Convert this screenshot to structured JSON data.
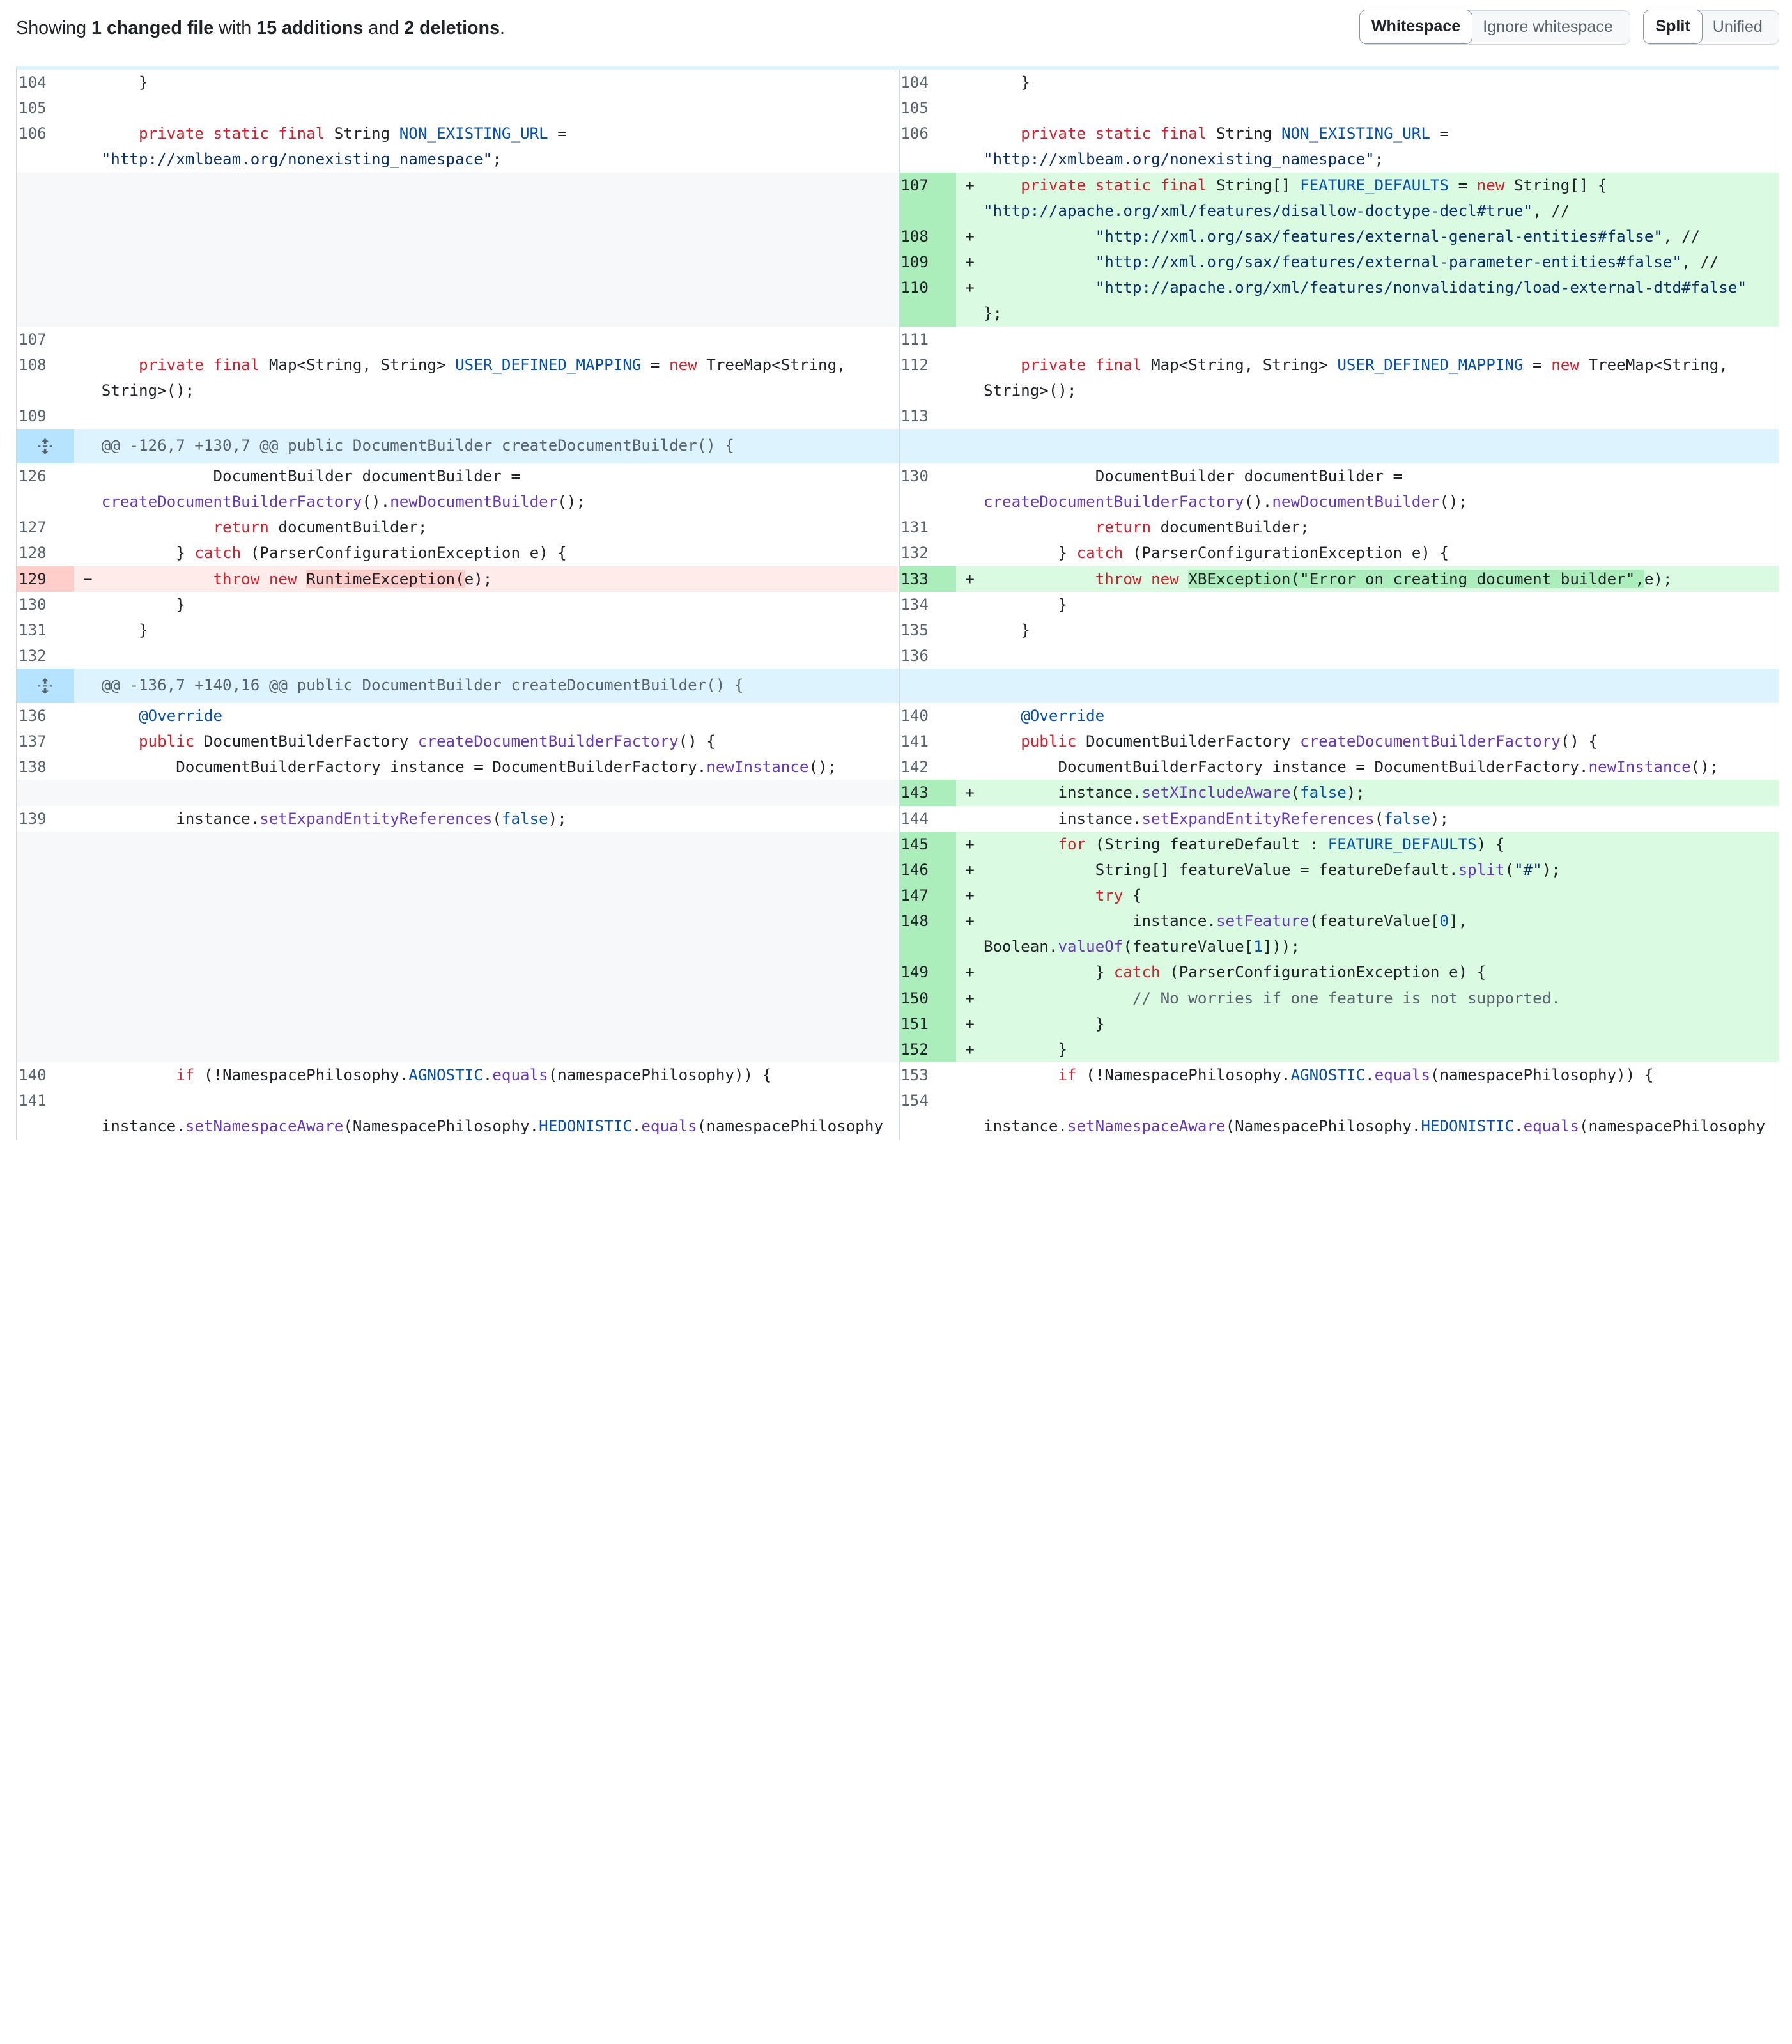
{
  "summary": {
    "prefix": "Showing ",
    "files": "1 changed file",
    "mid1": " with ",
    "additions": "15 additions",
    "mid2": " and ",
    "deletions": "2 deletions",
    "suffix": "."
  },
  "toggles": {
    "whitespace": "Whitespace",
    "ignore_whitespace": "Ignore whitespace",
    "split": "Split",
    "unified": "Unified"
  },
  "lines": {
    "l104": "104",
    "l105": "105",
    "l106": "106",
    "l107": "107",
    "l108": "108",
    "l109": "109",
    "l110": "110",
    "l111": "111",
    "l112": "112",
    "l113": "113",
    "l126": "126",
    "l127": "127",
    "l128": "128",
    "l129": "129",
    "l130": "130",
    "l131": "131",
    "l132": "132",
    "l133": "133",
    "l134": "134",
    "l135": "135",
    "l136": "136",
    "l137": "137",
    "l138": "138",
    "l139": "139",
    "l140": "140",
    "l141": "141",
    "l142": "142",
    "l143": "143",
    "l144": "144",
    "l145": "145",
    "l146": "146",
    "l147": "147",
    "l148": "148",
    "l149": "149",
    "l150": "150",
    "l151": "151",
    "l152": "152",
    "l153": "153",
    "l154": "154"
  },
  "hunks": {
    "h1": "@@ -126,7 +130,7 @@ public DocumentBuilder createDocumentBuilder() {",
    "h2": "@@ -136,7 +140,16 @@ public DocumentBuilder createDocumentBuilder() {"
  },
  "markers": {
    "plus": "+",
    "minus": "−"
  },
  "code": {
    "close_brace_4": "    }",
    "p_private_static_final": "private static final",
    "p_String": " String ",
    "NON_EXISTING_URL": "NON_EXISTING_URL",
    "eq": " =",
    "url_str": "\"http://xmlbeam.org/nonexisting_namespace\"",
    "semi": ";",
    "String_arr": " String[] ",
    "FEATURE_DEFAULTS": "FEATURE_DEFAULTS",
    "eq_new": " = ",
    "new": "new",
    "String_arr_open": " String[] {",
    "feat1": "\"http://apache.org/xml/features/disallow-doctype-decl#true\"",
    "feat1_tail": ", //",
    "feat2": "\"http://xml.org/sax/features/external-general-entities#false\"",
    "feat3": "\"http://xml.org/sax/features/external-parameter-entities#false\"",
    "feat4": "\"http://apache.org/xml/features/nonvalidating/load-external-dtd#false\"",
    "close_arr": "};",
    "private_final": "private final",
    "map_decl": " Map<String, String> ",
    "USER_DEFINED_MAPPING": "USER_DEFINED_MAPPING",
    "tree_map": " TreeMap<String,",
    "tree_map_tail": "String>();",
    "doc_builder_decl": "            DocumentBuilder documentBuilder =",
    "create_factory": "createDocumentBuilderFactory",
    "paren_dot": "().",
    "new_doc_builder": "newDocumentBuilder",
    "paren_semi": "();",
    "return": "return",
    "return_tail": " documentBuilder;",
    "catch_open": "        } ",
    "catch": "catch",
    "catch_tail": " (ParserConfigurationException e) {",
    "throw": "throw",
    "runtime_ex": "RuntimeException(",
    "e_close": "e);",
    "xbexception": "XBException(\"Error on creating document builder\",",
    "close_brace_8": "        }",
    "override": "@Override",
    "public": "public",
    "factory_decl": " DocumentBuilderFactory ",
    "factory_sig_tail": "() {",
    "instance_decl": "        DocumentBuilderFactory instance = DocumentBuilderFactory.",
    "newInstance": "newInstance",
    "instance_dot": "        instance.",
    "setXIncludeAware": "setXIncludeAware",
    "false": "false",
    "close_semi": ");",
    "setExpandEntityReferences": "setExpandEntityReferences",
    "for": "for",
    "for_head": " (String featureDefault : ",
    "for_tail": ") {",
    "feature_value_decl": "            String[] featureValue = featureDefault.",
    "split": "split",
    "hash_str": "\"#\"",
    "try": "try",
    "try_tail": " {",
    "set_feature_pre": "                instance.",
    "setFeature": "setFeature",
    "set_feature_args": "(featureValue[",
    "zero": "0",
    "arr_close_comma": "],",
    "boolean_dot": "Boolean.",
    "valueOf": "valueOf",
    "fv_open": "(featureValue[",
    "one": "1",
    "arr_close_end": "]));",
    "inner_catch_open": "            } ",
    "comment": "// No worries if one feature is not supported.",
    "close_brace_12": "            }",
    "if": "if",
    "if_head": " (!NamespacePhilosophy.",
    "AGNOSTIC": "AGNOSTIC",
    "dot": ".",
    "equals": "equals",
    "if_tail": "(namespacePhilosophy)) {",
    "instance_plain": "instance.",
    "setNamespaceAware": "setNamespaceAware",
    "ns_mid": "(NamespacePhilosophy.",
    "HEDONISTIC": "HEDONISTIC",
    "ns_tail": "(namespacePhilosophy"
  }
}
